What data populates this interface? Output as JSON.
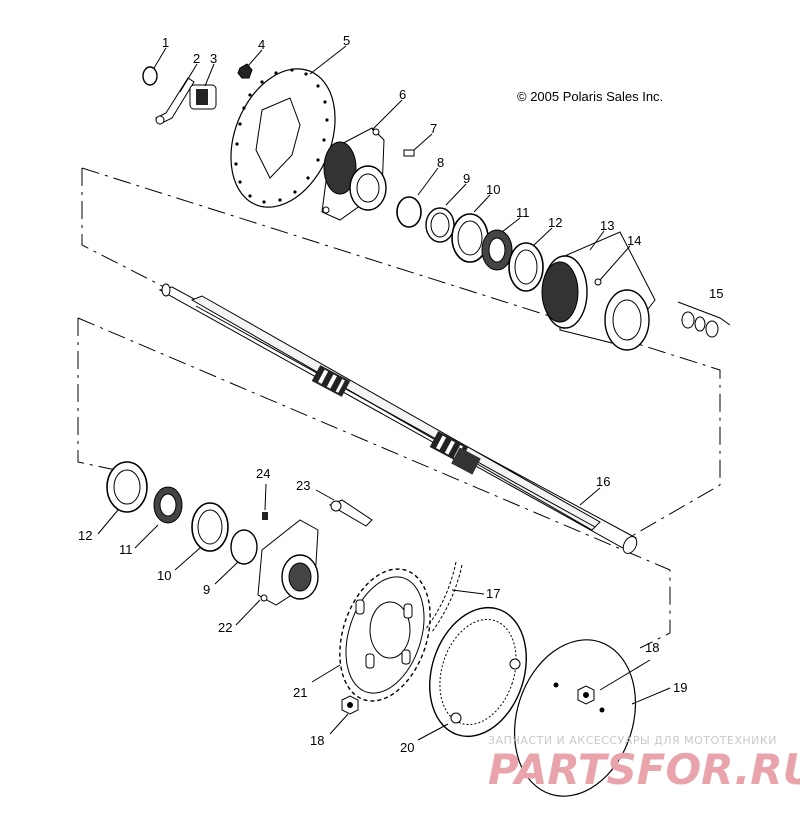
{
  "copyright": "© 2005 Polaris Sales Inc.",
  "watermark": {
    "tagline": "ЗАПЧАСТИ И АКСЕССУАРЫ ДЛЯ МОТОТЕХНИКИ",
    "brand": "PARTSFOR.RU"
  },
  "callouts": [
    {
      "id": "c1",
      "label": "1"
    },
    {
      "id": "c2",
      "label": "2"
    },
    {
      "id": "c3",
      "label": "3"
    },
    {
      "id": "c4",
      "label": "4"
    },
    {
      "id": "c5",
      "label": "5"
    },
    {
      "id": "c6",
      "label": "6"
    },
    {
      "id": "c7",
      "label": "7"
    },
    {
      "id": "c8",
      "label": "8"
    },
    {
      "id": "c9a",
      "label": "9"
    },
    {
      "id": "c10a",
      "label": "10"
    },
    {
      "id": "c11a",
      "label": "11"
    },
    {
      "id": "c12a",
      "label": "12"
    },
    {
      "id": "c13",
      "label": "13"
    },
    {
      "id": "c14",
      "label": "14"
    },
    {
      "id": "c15",
      "label": "15"
    },
    {
      "id": "c16",
      "label": "16"
    },
    {
      "id": "c17",
      "label": "17"
    },
    {
      "id": "c18a",
      "label": "18"
    },
    {
      "id": "c19",
      "label": "19"
    },
    {
      "id": "c12b",
      "label": "12"
    },
    {
      "id": "c11b",
      "label": "11"
    },
    {
      "id": "c10b",
      "label": "10"
    },
    {
      "id": "c9b",
      "label": "9"
    },
    {
      "id": "c22",
      "label": "22"
    },
    {
      "id": "c24",
      "label": "24"
    },
    {
      "id": "c23",
      "label": "23"
    },
    {
      "id": "c21",
      "label": "21"
    },
    {
      "id": "c18b",
      "label": "18"
    },
    {
      "id": "c20",
      "label": "20"
    }
  ]
}
